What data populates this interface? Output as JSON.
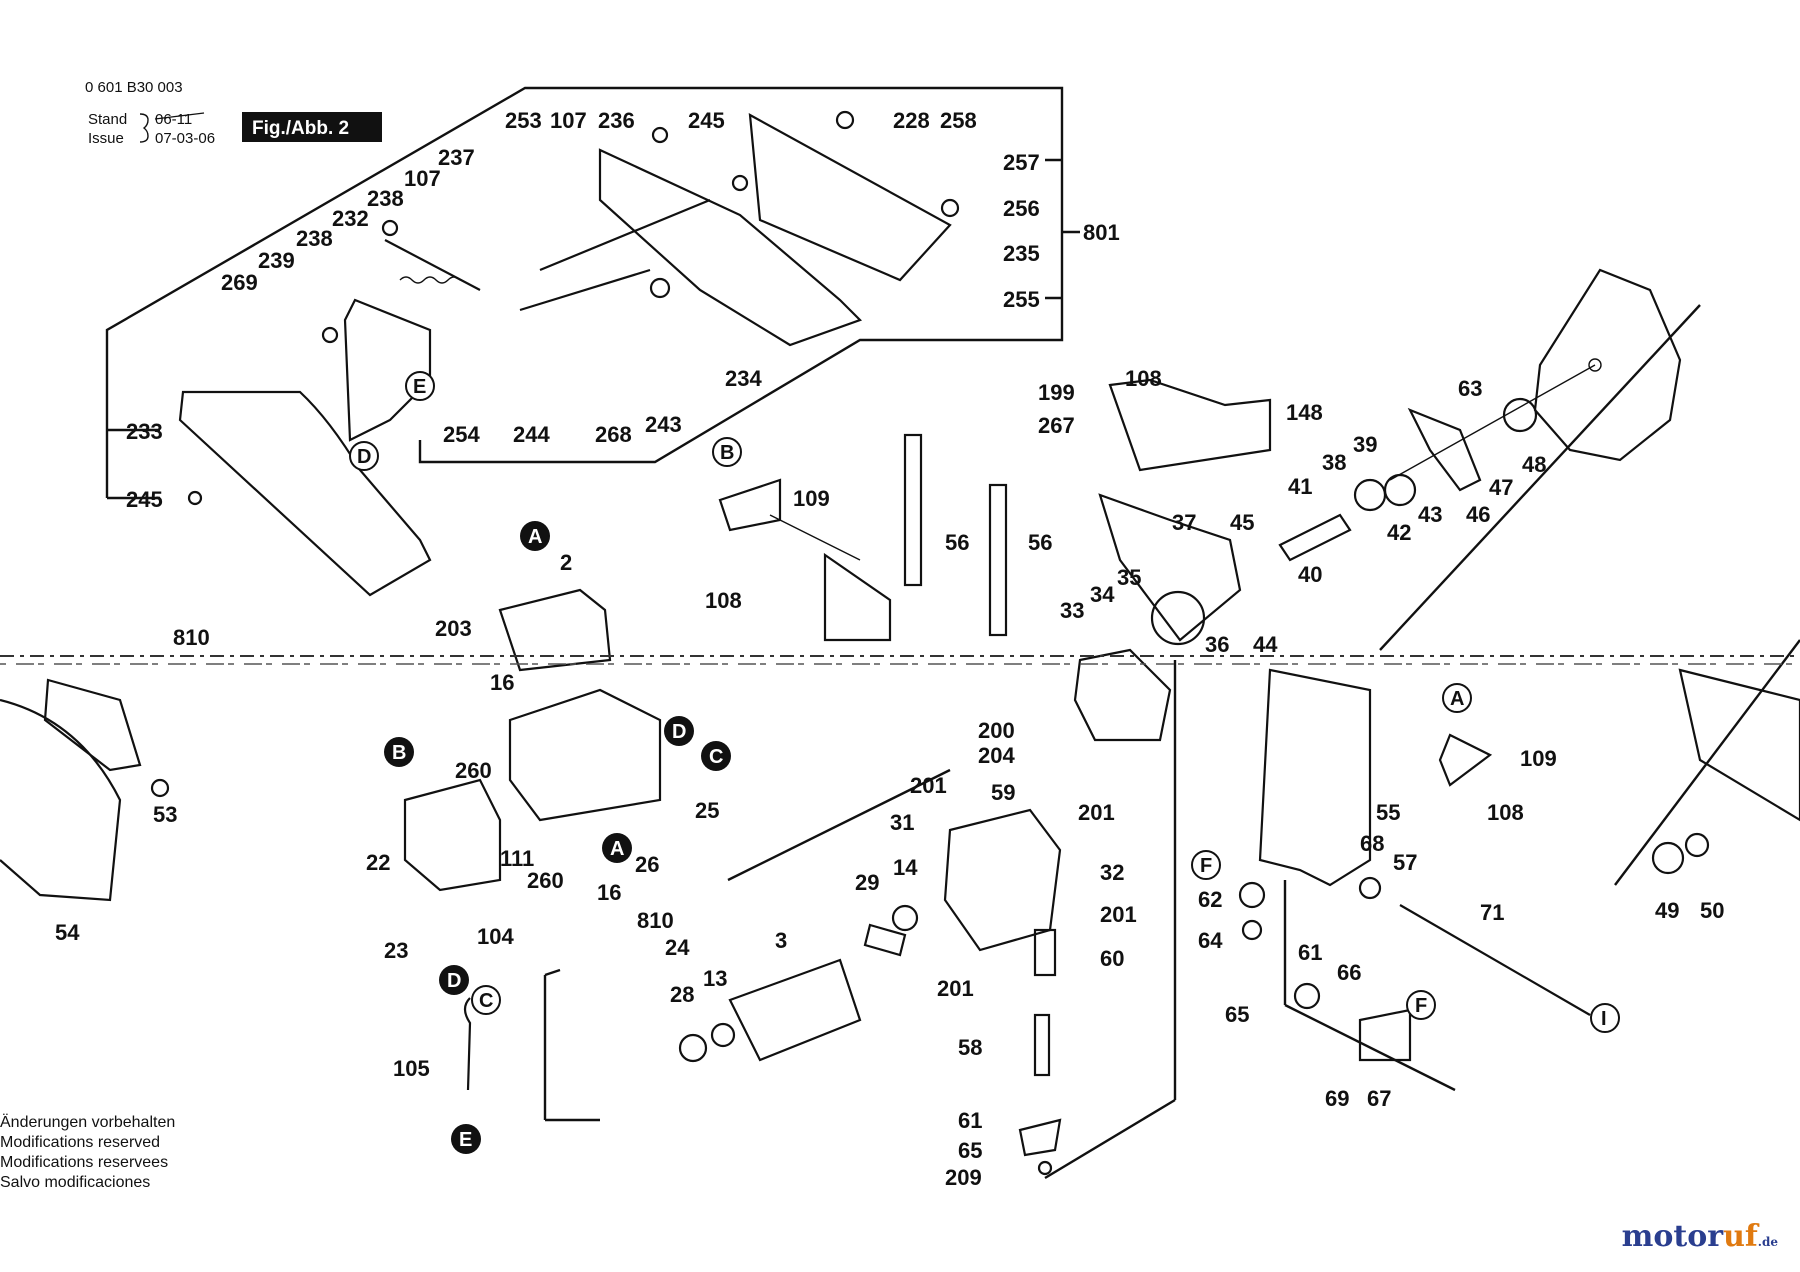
{
  "header": {
    "doc_number": "0 601 B30 003",
    "stand_label": "Stand",
    "issue_label": "Issue",
    "stand_date": "06-11",
    "issue_date": "07-03-06",
    "fig_label": "Fig./Abb. 2"
  },
  "notes": [
    "Änderungen vorbehalten",
    "Modifications reserved",
    "Modifications reservees",
    "Salvo modificaciones"
  ],
  "brand": {
    "main": "motor",
    "accent": "uf",
    "suffix": ".de",
    "color_main": "#2a3e8f",
    "color_accent": "#e07a10"
  },
  "labels": {
    "l253": "253",
    "l107a": "107",
    "l236": "236",
    "l245a": "245",
    "l228": "228",
    "l258": "258",
    "l237": "237",
    "l107b": "107",
    "l238a": "238",
    "l232": "232",
    "l238b": "238",
    "l239": "239",
    "l269": "269",
    "l257": "257",
    "l256": "256",
    "l801": "801",
    "l235": "235",
    "l255": "255",
    "l233": "233",
    "l245b": "245",
    "l254": "254",
    "l244": "244",
    "l268": "268",
    "l243": "243",
    "l234": "234",
    "l199": "199",
    "l108a": "108",
    "l267": "267",
    "l148": "148",
    "l63": "63",
    "l109a": "109",
    "l108b": "108",
    "l56a": "56",
    "l56b": "56",
    "l41": "41",
    "l38": "38",
    "l39": "39",
    "l37": "37",
    "l45": "45",
    "l42": "42",
    "l43": "43",
    "l46": "46",
    "l47": "47",
    "l48": "48",
    "l40": "40",
    "l33": "33",
    "l34": "34",
    "l35": "35",
    "l2": "2",
    "l203": "203",
    "l810a": "810",
    "l16a": "16",
    "l260a": "260",
    "l53": "53",
    "l54": "54",
    "l22": "22",
    "l111": "111",
    "l26": "26",
    "l25": "25",
    "l260b": "260",
    "l16b": "16",
    "l810b": "810",
    "l24": "24",
    "l23": "23",
    "l104": "104",
    "l105": "105",
    "l200": "200",
    "l204": "204",
    "l201a": "201",
    "l59": "59",
    "l31": "31",
    "l201b": "201",
    "l32": "32",
    "l201c": "201",
    "l201d": "201",
    "l60": "60",
    "l29": "29",
    "l14": "14",
    "l3": "3",
    "l28": "28",
    "l13": "13",
    "l58": "58",
    "l61a": "61",
    "l65a": "65",
    "l209": "209",
    "l55": "55",
    "l109b": "109",
    "l108c": "108",
    "l68": "68",
    "l57": "57",
    "l62": "62",
    "l64": "64",
    "l71": "71",
    "l61b": "61",
    "l66": "66",
    "l65b": "65",
    "l69": "69",
    "l67": "67",
    "l49": "49",
    "l50": "50",
    "l36": "36",
    "l44": "44"
  },
  "markers": {
    "A1": "A",
    "A2": "A",
    "A3": "A",
    "B1": "B",
    "B2": "B",
    "C1": "C",
    "C2": "C",
    "D1": "D",
    "D2": "D",
    "D3": "D",
    "E1": "E",
    "E2": "E",
    "F1": "F",
    "F2": "F",
    "I1": "I"
  }
}
